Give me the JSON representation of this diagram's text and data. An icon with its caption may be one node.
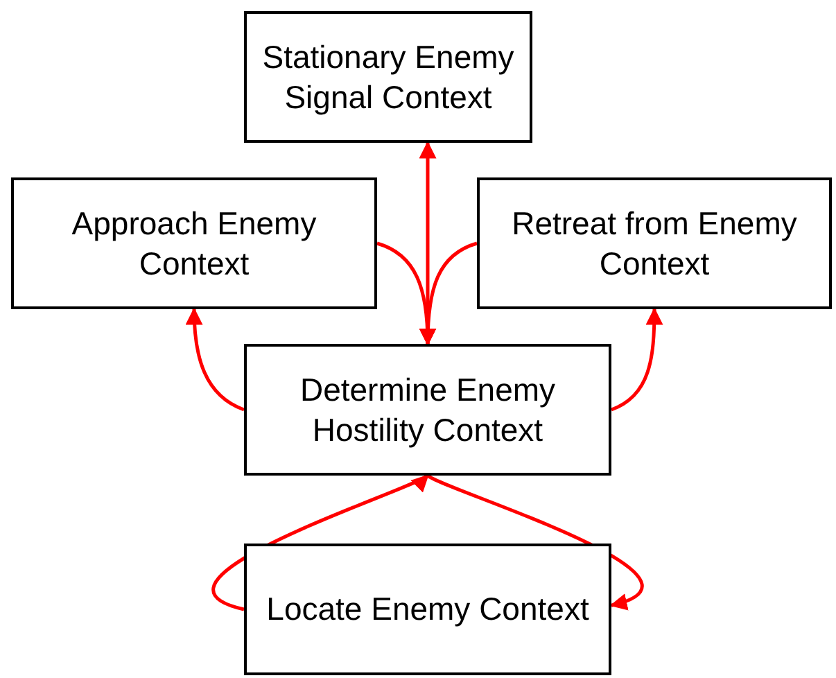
{
  "diagram": {
    "nodes": [
      {
        "text": [
          "Stationary Enemy Signal Context"
        ]
      },
      {
        "text": [
          "Approach Enemy Context"
        ]
      },
      {
        "text": [
          "Retreat from Enemy Context"
        ]
      },
      {
        "text": [
          "Determine Enemy Hostility Context"
        ]
      },
      {
        "text": [
          "Locate Enemy Context"
        ]
      }
    ],
    "edges": [
      {
        "from": 3,
        "to": 0,
        "arrow": "both",
        "color": "#ff0000"
      },
      {
        "from": 1,
        "to": 3,
        "arrow": "to",
        "color": "#ff0000"
      },
      {
        "from": 2,
        "to": 3,
        "arrow": "to",
        "color": "#ff0000"
      },
      {
        "from": 3,
        "to": 1,
        "arrow": "to",
        "color": "#ff0000"
      },
      {
        "from": 3,
        "to": 2,
        "arrow": "to",
        "color": "#ff0000"
      },
      {
        "from": 4,
        "to": 3,
        "arrow": "to",
        "color": "#ff0000"
      },
      {
        "from": 3,
        "to": 4,
        "arrow": "to",
        "color": "#ff0000"
      }
    ]
  }
}
